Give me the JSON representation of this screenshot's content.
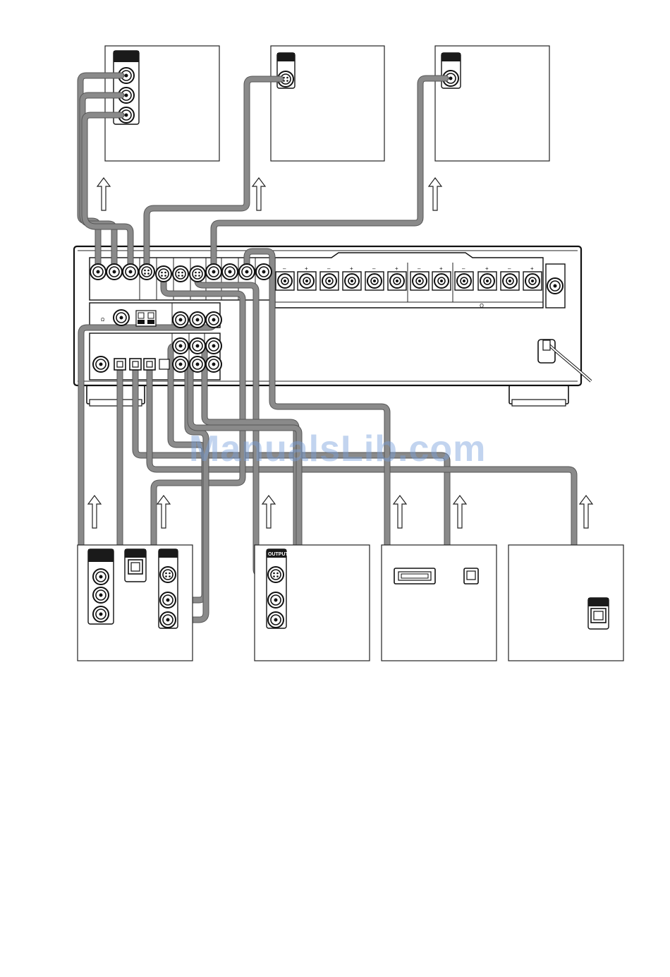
{
  "diagram": {
    "output_label": "OUTPUT",
    "ohm_symbol_1": "Ω",
    "ohm_symbol_2": "Ω",
    "speaker_polarity": [
      "–",
      "+",
      "–",
      "+",
      "–",
      "+",
      "–",
      "+",
      "–",
      "+",
      "–",
      "+"
    ]
  },
  "watermark": "ManualsLib.com"
}
